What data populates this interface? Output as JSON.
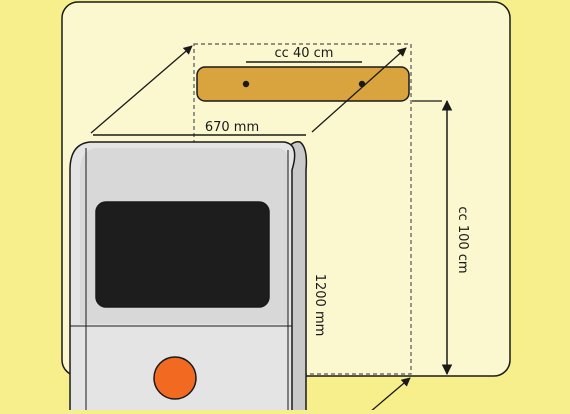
{
  "labels": {
    "bracket_spacing": "cc 40 cm",
    "cabinet_width": "670 mm",
    "mount_height": "cc 100 cm",
    "cabinet_height": "1200 mm"
  },
  "colors": {
    "background": "#f7ee8c",
    "wall_panel": "#fbf8cf",
    "bracket": "#d9a43e",
    "cabinet_body": "#e4e4e4",
    "cabinet_side": "#c9c9c9",
    "screen": "#1d1d1d",
    "button": "#f26a21",
    "line": "#1a1a1a"
  },
  "icons": {
    "button": "circle-button-icon",
    "bracket_hole": "dot-icon"
  }
}
